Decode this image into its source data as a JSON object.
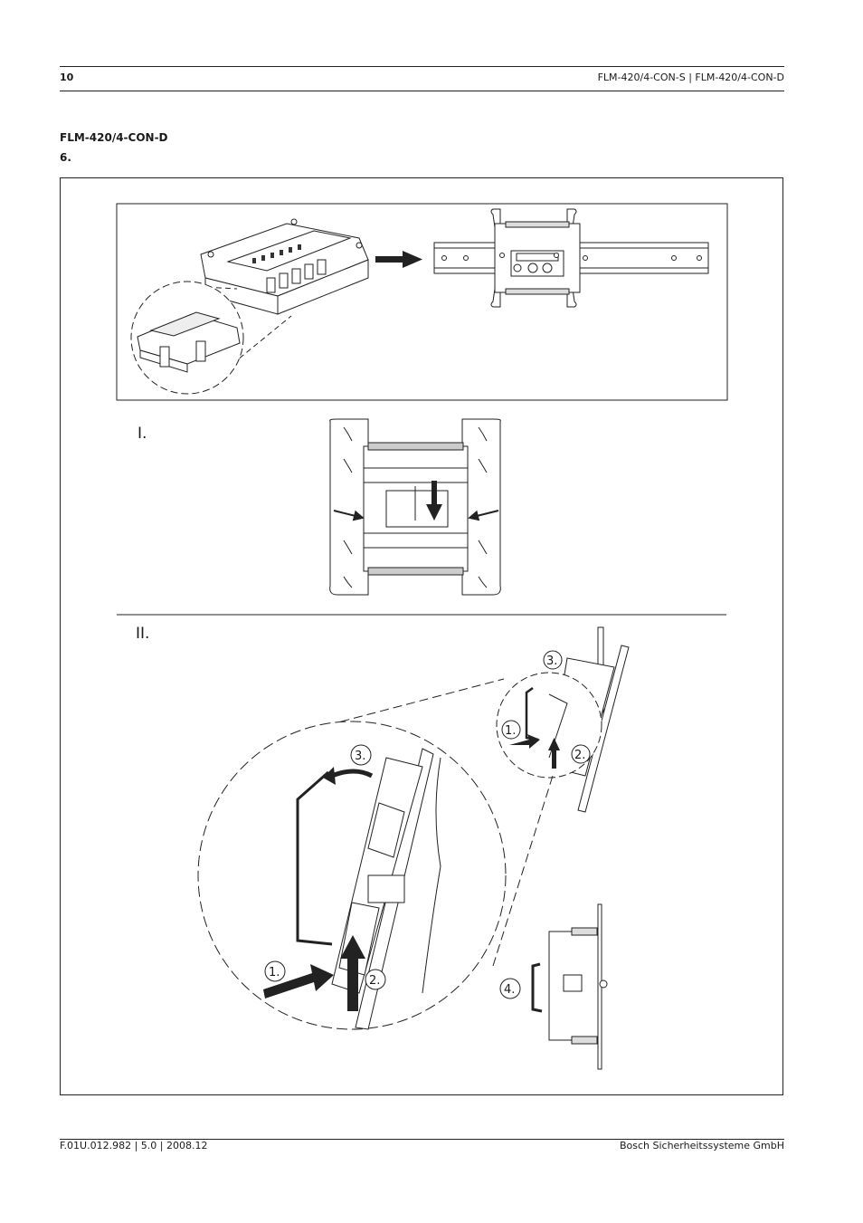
{
  "header": {
    "page_number": "10",
    "doc_title": "FLM-420/4-CON-S | FLM-420/4-CON-D"
  },
  "section": {
    "title": "FLM-420/4-CON-D",
    "step": "6."
  },
  "figure": {
    "panel_I_label": "I.",
    "panel_II_label": "II.",
    "callouts": {
      "small_1": "1.",
      "small_2": "2.",
      "small_3": "3.",
      "big_1": "1.",
      "big_2": "2.",
      "big_3": "3.",
      "side_4": "4."
    }
  },
  "footer": {
    "doc_id": "F.01U.012.982 | 5.0 | 2008.12",
    "company": "Bosch Sicherheitssysteme GmbH"
  }
}
